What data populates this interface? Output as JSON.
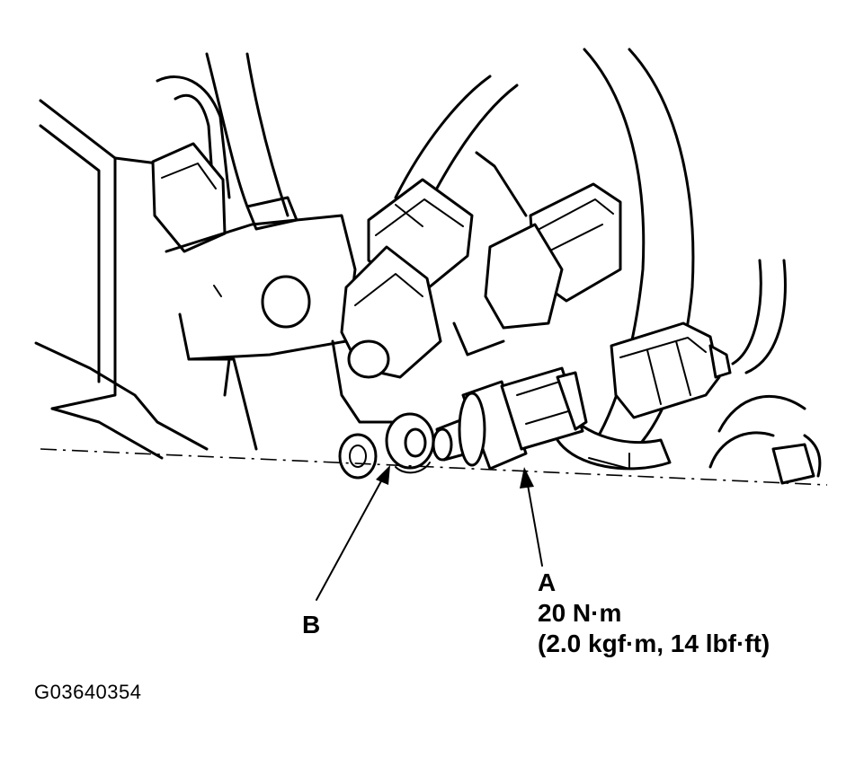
{
  "callouts": {
    "a": {
      "letter": "A",
      "torque_metric": "20 N·m",
      "torque_alt": "(2.0 kgf·m, 14 lbf·ft)"
    },
    "b": {
      "letter": "B"
    }
  },
  "figure_code": "G03640354"
}
